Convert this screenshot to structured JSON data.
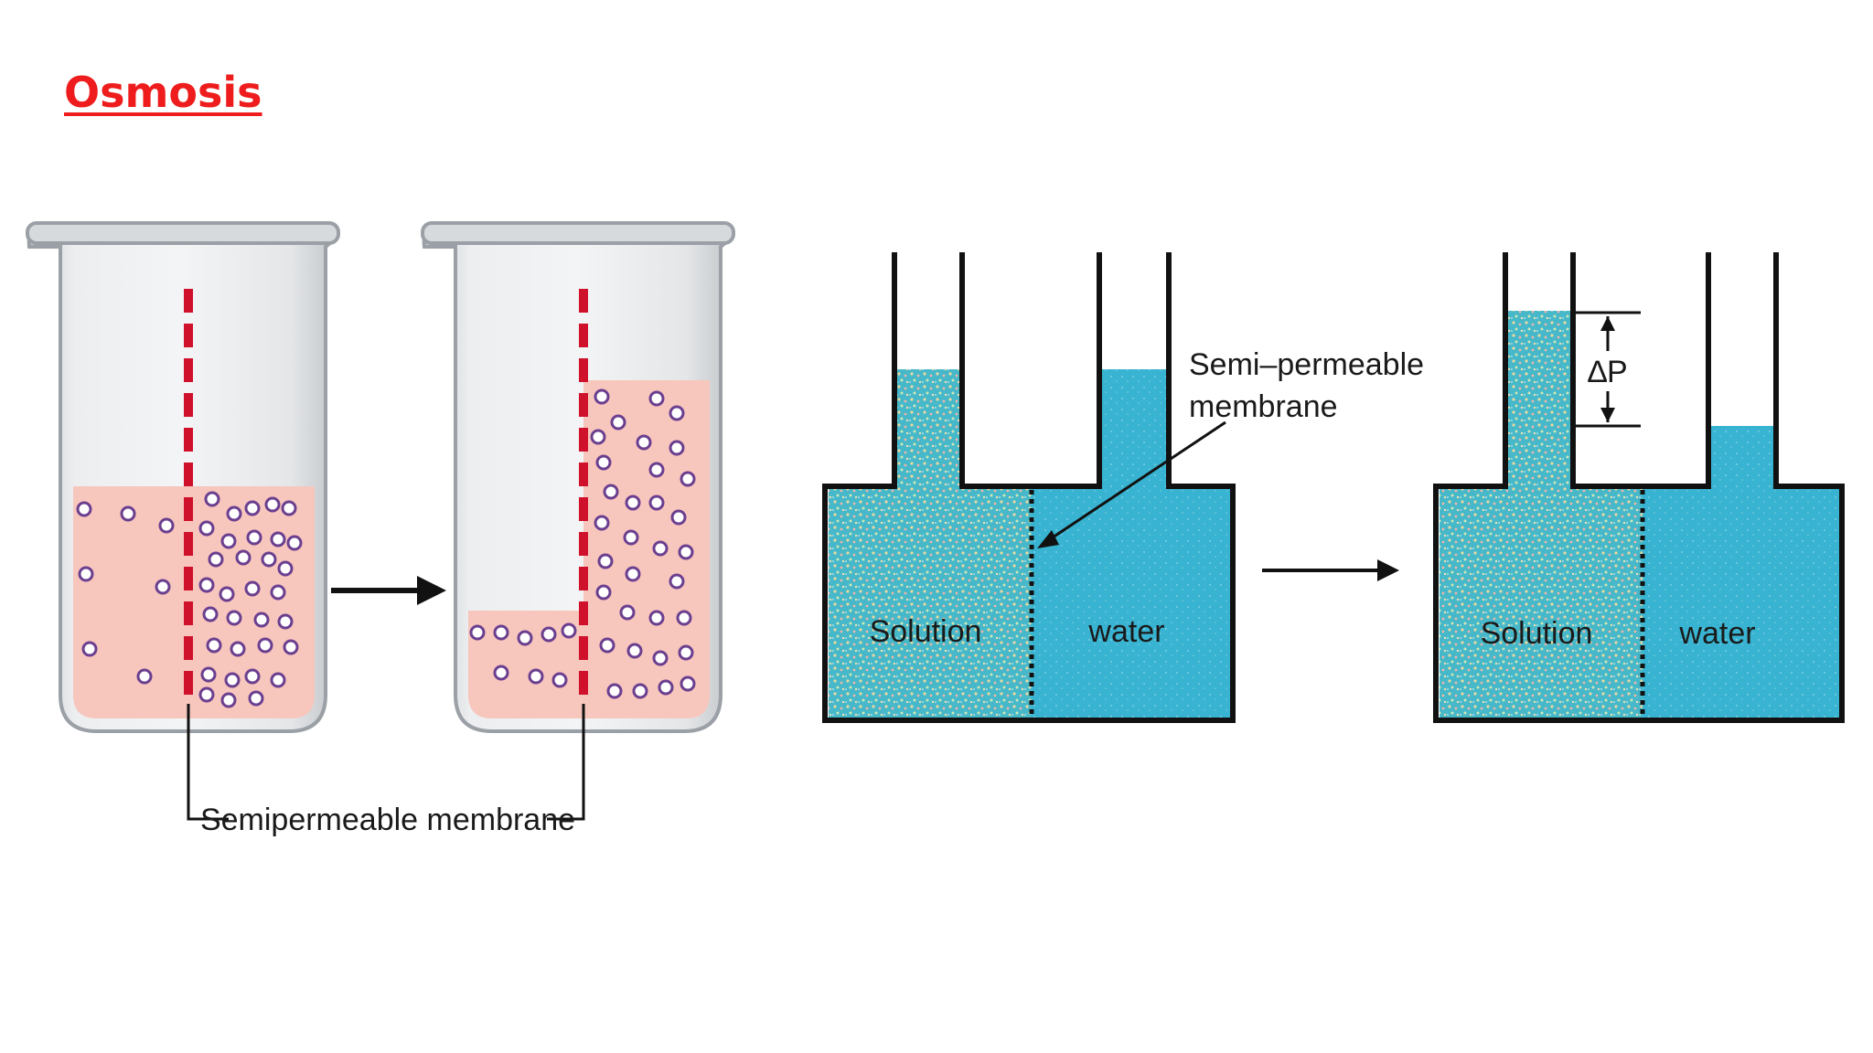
{
  "slide": {
    "title": "Osmosis"
  },
  "beaker_diagram": {
    "membrane_label": "Semipermeable membrane"
  },
  "tank_diagram": {
    "membrane_label_line1": "Semi–permeable",
    "membrane_label_line2": "membrane",
    "before": {
      "left_label": "Solution",
      "right_label": "water"
    },
    "after": {
      "left_label": "Solution",
      "right_label": "water",
      "pressure_label": "∆P"
    }
  },
  "colors": {
    "title": "#ee1c1c",
    "solution_pink": "#f7c6bd",
    "membrane_red": "#d0112b",
    "particle_purple": "#6b3f8f",
    "water_blue": "#39b2cf",
    "outline": "#111111"
  }
}
